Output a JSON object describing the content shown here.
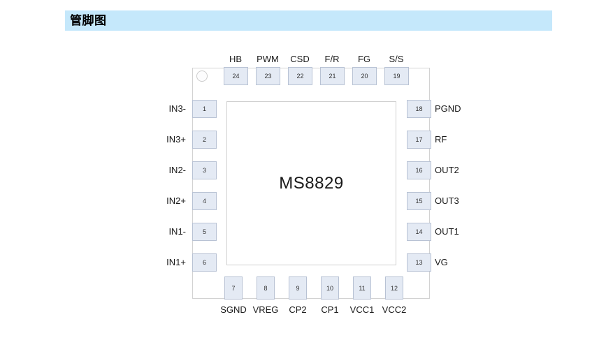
{
  "header": {
    "title": "管脚图",
    "banner_color": "#c5e8fb"
  },
  "diagram": {
    "chip_label": "MS8829",
    "package_marker": "pin1-dot",
    "pad_fill": "#e4eaf4",
    "pad_border": "#b8c2d4",
    "pins": {
      "top": [
        {
          "number": "24",
          "name": "HB"
        },
        {
          "number": "23",
          "name": "PWM"
        },
        {
          "number": "22",
          "name": "CSD"
        },
        {
          "number": "21",
          "name": "F/R"
        },
        {
          "number": "20",
          "name": "FG"
        },
        {
          "number": "19",
          "name": "S/S"
        }
      ],
      "left": [
        {
          "number": "1",
          "name": "IN3-"
        },
        {
          "number": "2",
          "name": "IN3+"
        },
        {
          "number": "3",
          "name": "IN2-"
        },
        {
          "number": "4",
          "name": "IN2+"
        },
        {
          "number": "5",
          "name": "IN1-"
        },
        {
          "number": "6",
          "name": "IN1+"
        }
      ],
      "bottom": [
        {
          "number": "7",
          "name": "SGND"
        },
        {
          "number": "8",
          "name": "VREG"
        },
        {
          "number": "9",
          "name": "CP2"
        },
        {
          "number": "10",
          "name": "CP1"
        },
        {
          "number": "11",
          "name": "VCC1"
        },
        {
          "number": "12",
          "name": "VCC2"
        }
      ],
      "right": [
        {
          "number": "18",
          "name": "PGND"
        },
        {
          "number": "17",
          "name": "RF"
        },
        {
          "number": "16",
          "name": "OUT2"
        },
        {
          "number": "15",
          "name": "OUT3"
        },
        {
          "number": "14",
          "name": "OUT1"
        },
        {
          "number": "13",
          "name": "VG"
        }
      ]
    }
  }
}
